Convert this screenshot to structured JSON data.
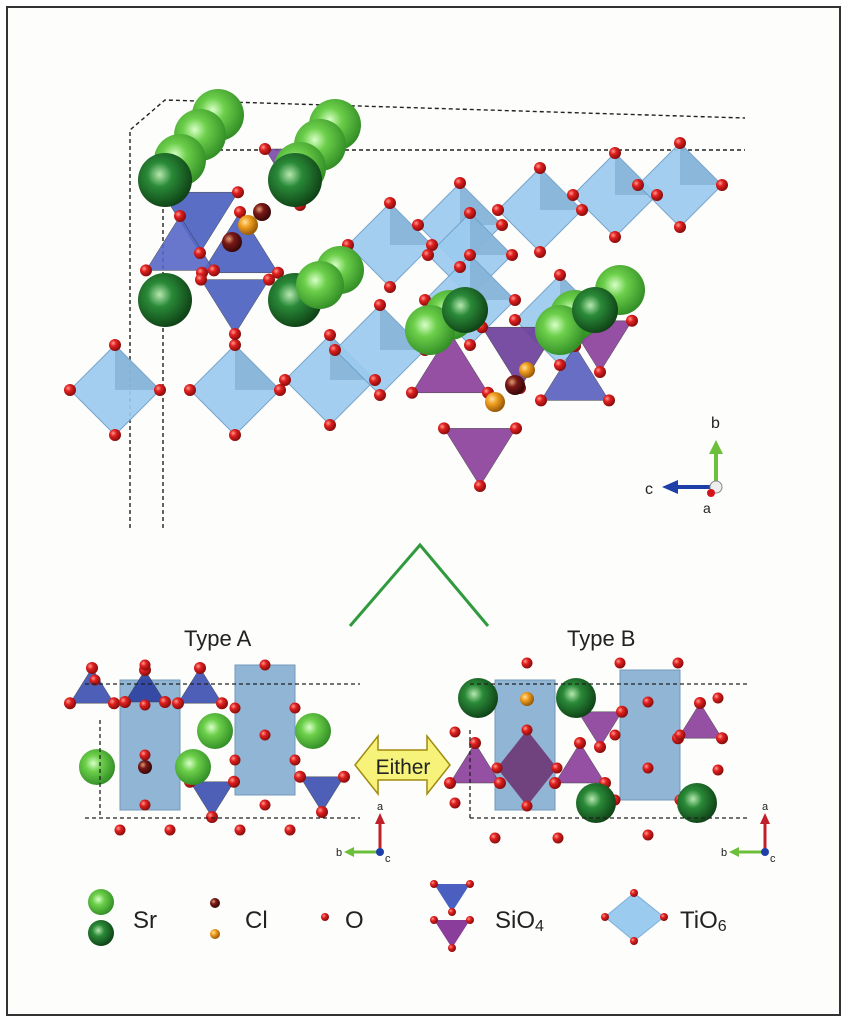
{
  "top_axes": {
    "b": "b",
    "c": "c",
    "a": "a"
  },
  "type_a": {
    "title": "Type A",
    "axes": {
      "a": "a",
      "b": "b",
      "c": "c"
    }
  },
  "type_b": {
    "title": "Type B",
    "axes": {
      "a": "a",
      "b": "b",
      "c": "c"
    }
  },
  "either_label": "Either",
  "legend": {
    "sr": "Sr",
    "cl": "Cl",
    "o": "O",
    "sio4": {
      "base": "SiO",
      "sub": "4"
    },
    "tio6": {
      "base": "TiO",
      "sub": "6"
    }
  },
  "colors": {
    "sr_light": "#5cc23c",
    "sr_dark": "#1f6e2a",
    "cl_dark": "#6b3a12",
    "cl_light": "#e79a1f",
    "oxygen": "#d4141a",
    "sio4_blue": "#4a5fc0",
    "sio4_purple": "#8a3d9a",
    "tio6": "#8fc4ea",
    "connector": "#2f9a3e"
  }
}
